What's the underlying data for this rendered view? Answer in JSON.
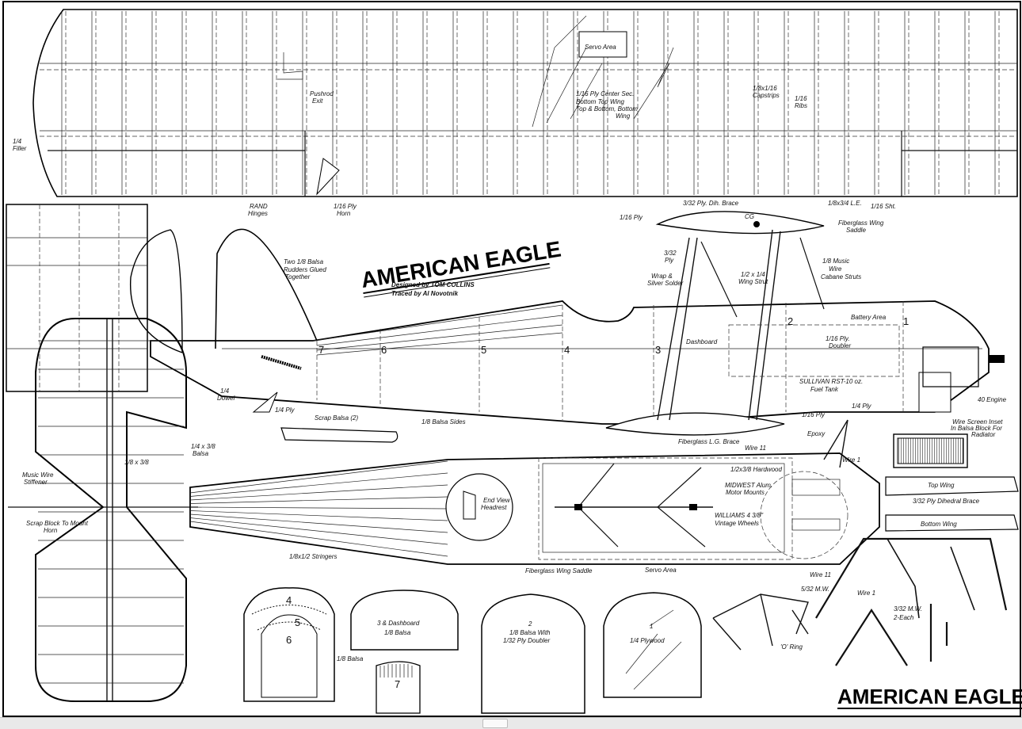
{
  "titles": {
    "main": "AMERICAN EAGLE",
    "bottom": "AMERICAN EAGLE"
  },
  "credits": {
    "designed": "Designed by TOM COLLINS",
    "traced": "Traced by Al Novotnik"
  },
  "top_wing": {
    "filler": [
      "1/4",
      "Filler"
    ],
    "servo_area": "Servo Area",
    "pushrod": [
      "Pushrod",
      "Exit"
    ],
    "center_sec": [
      "1/16 Ply Center Sec.",
      "Bottom Top Wing",
      "Top & Bottom, Bottom",
      "Wing"
    ],
    "capstrips": [
      "1/8x1/16",
      "Capstrips"
    ],
    "ribs": [
      "1/16",
      "Ribs"
    ],
    "sht": "1/16 Sht.",
    "rand_hinges": [
      "RAND",
      "Hinges"
    ],
    "ply_horn": [
      "1/16 Ply",
      "Horn"
    ]
  },
  "fuselage": {
    "rudders": [
      "Two 1/8 Balsa",
      "Rudders Glued",
      "Together"
    ],
    "ply_1_16": "1/16 Ply",
    "dih_brace": "3/32 Ply. Dih. Brace",
    "le": "1/8x3/4 L.E.",
    "cg": "CG",
    "fiberglass_saddle": [
      "Fiberglass Wing",
      "Saddle"
    ],
    "ply_3_32": [
      "3/32",
      "Ply"
    ],
    "wrap": [
      "Wrap &",
      "Silver Solder"
    ],
    "wing_strut": [
      "1/2 x 1/4",
      "Wing Strut"
    ],
    "music_wire": [
      "1/8 Music",
      "Wire",
      "Cabane Struts"
    ],
    "battery": "Battery Area",
    "doubler": [
      "1/16 Ply.",
      "Doubler"
    ],
    "dashboard": "Dashboard",
    "fuel_tank": [
      "SULLIVAN RST-10 oz.",
      "Fuel Tank"
    ],
    "engine": "40 Engine",
    "dowel": [
      "1/4",
      "Dowel"
    ],
    "ply_1_4": "1/4 Ply",
    "scrap_balsa": "Scrap Balsa (2)",
    "sides": "1/8 Balsa Sides",
    "lg_brace": "Fiberglass L.G. Brace",
    "wire_11": "Wire 11",
    "epoxy": "Epoxy",
    "ply_1_16b": "1/16 Ply",
    "ply_1_4b": "1/4 Ply",
    "wire_1": "Wire 1",
    "wire_screen": [
      "Wire Screen Inset",
      "In Balsa Block For",
      "Radiator"
    ],
    "stations": [
      "7",
      "6",
      "5",
      "4",
      "3",
      "2",
      "1"
    ]
  },
  "stab": {
    "balsa_1_4": [
      "1/4 x 3/8",
      "Balsa"
    ],
    "balsa_1_8": "1/8 x 3/8",
    "music_wire": [
      "Music Wire",
      "Stiffener"
    ],
    "scrap_block": [
      "Scrap Block To Mount",
      "Horn"
    ]
  },
  "fuse_top": {
    "end_view": [
      "End View",
      "Headrest"
    ],
    "hardwood": "1/2x3/8 Hardwood",
    "mounts": [
      "MIDWEST Alum.",
      "Motor Mounts"
    ],
    "wheels": [
      "WILLIAMS 4 3/8\"",
      "Vintage Wheels"
    ],
    "stringers": "1/8x1/2 Stringers",
    "saddle": "Fiberglass Wing Saddle",
    "servo": "Servo Area"
  },
  "braces": {
    "top_wing": "Top Wing",
    "dihedral": "3/32 Ply Dihedral Brace",
    "bottom_wing": "Bottom Wing"
  },
  "formers": {
    "f4": "4",
    "f5": "5",
    "f6": "6",
    "f7": "7",
    "balsa": "1/8 Balsa",
    "f3": [
      "3 & Dashboard",
      "1/8 Balsa"
    ],
    "f2": [
      "2",
      "1/8 Balsa With",
      "1/32 Ply Doubler"
    ],
    "f1": [
      "1",
      "1/4 Plywood"
    ]
  },
  "gear": {
    "wire_11": "Wire 11",
    "mw_5_32": "5/32 M.W.",
    "wire_1": "Wire 1",
    "mw_3_32": [
      "3/32 M.W.",
      "2-Each"
    ],
    "o_ring": "'O' Ring"
  }
}
